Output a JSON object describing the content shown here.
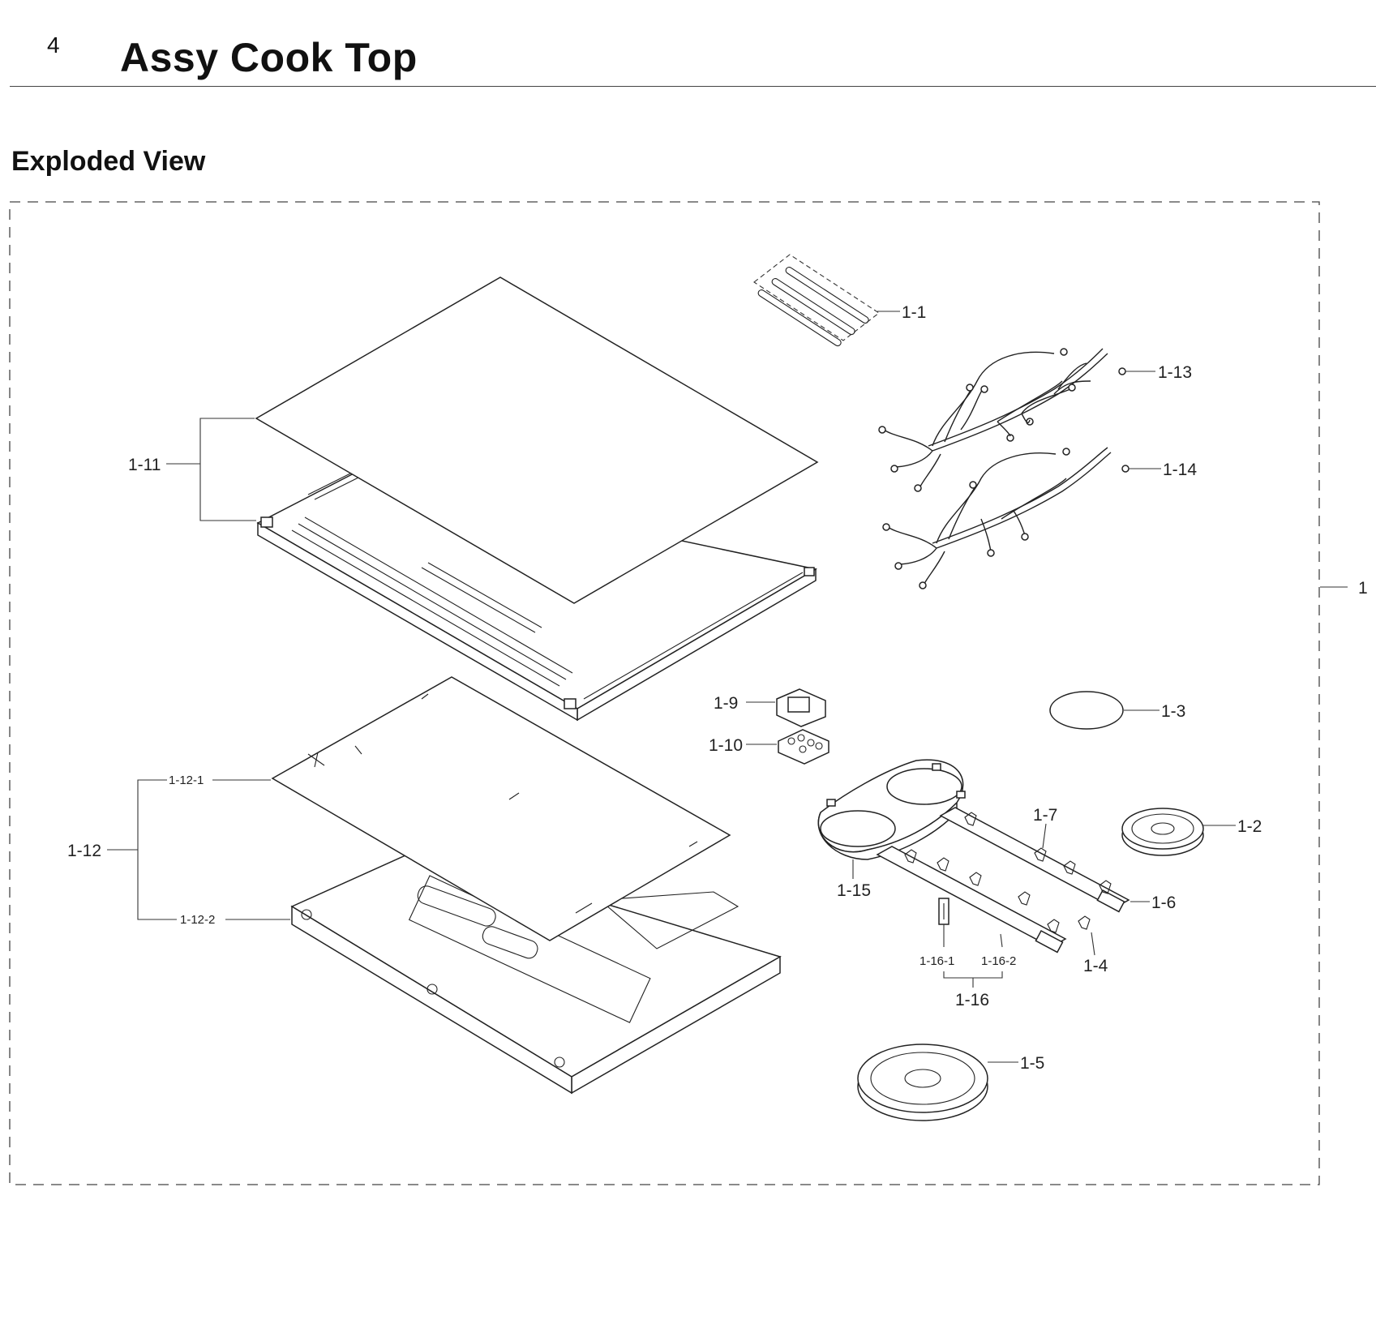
{
  "header": {
    "page_number": "4",
    "title": "Assy Cook Top"
  },
  "section": {
    "title": "Exploded View"
  },
  "diagram": {
    "assembly_label": "1",
    "labels": {
      "p1_1": "1-1",
      "p1_2": "1-2",
      "p1_3": "1-3",
      "p1_4": "1-4",
      "p1_5": "1-5",
      "p1_6": "1-6",
      "p1_7": "1-7",
      "p1_9": "1-9",
      "p1_10": "1-10",
      "p1_11": "1-11",
      "p1_12": "1-12",
      "p1_12_1": "1-12-1",
      "p1_12_2": "1-12-2",
      "p1_13": "1-13",
      "p1_14": "1-14",
      "p1_15": "1-15",
      "p1_16": "1-16",
      "p1_16_1": "1-16-1",
      "p1_16_2": "1-16-2"
    }
  }
}
